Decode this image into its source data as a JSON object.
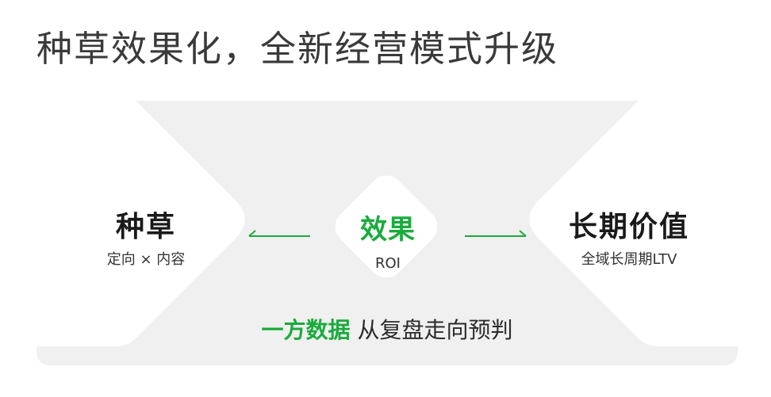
{
  "title": "种草效果化，全新经营模式升级",
  "diagram": {
    "left": {
      "name": "种草",
      "sub": "定向 × 内容"
    },
    "center": {
      "name": "效果",
      "sub": "ROI"
    },
    "right": {
      "name": "长期价值",
      "sub": "全域长周期LTV"
    },
    "footer": {
      "highlight": "一方数据",
      "rest": " 从复盘走向预判"
    }
  },
  "colors": {
    "accent": "#1aab3c",
    "panel": "#f0f0f0",
    "shape": "#ffffff",
    "title": "#3a3a3a"
  },
  "icons": {
    "left_arrow": "arrow-left-icon",
    "right_arrow": "arrow-right-icon"
  }
}
